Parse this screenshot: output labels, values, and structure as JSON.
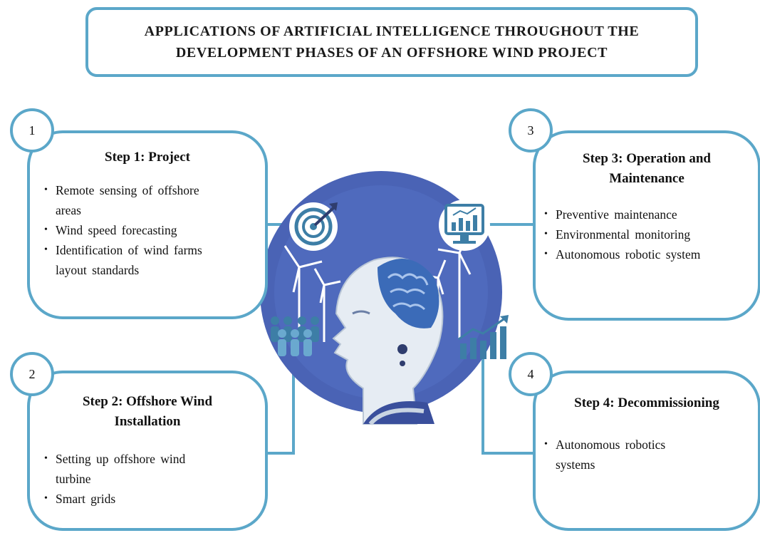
{
  "title": {
    "line1": "APPLICATIONS OF ARTIFICIAL INTELLIGENCE THROUGHOUT THE",
    "line2": "DEVELOPMENT PHASES OF AN OFFSHORE WIND PROJECT"
  },
  "steps": [
    {
      "number": "1",
      "title_lines": [
        "Step 1: Project"
      ],
      "items": [
        [
          "Remote sensing of offshore",
          "areas"
        ],
        [
          "Wind speed forecasting"
        ],
        [
          "Identification of wind farms",
          "layout standards"
        ]
      ]
    },
    {
      "number": "2",
      "title_lines": [
        "Step 2: Offshore Wind",
        "Installation"
      ],
      "items": [
        [
          "Setting up offshore wind",
          "turbine"
        ],
        [
          "Smart grids"
        ]
      ]
    },
    {
      "number": "3",
      "title_lines": [
        "Step 3: Operation and",
        "Maintenance"
      ],
      "items": [
        [
          "Preventive maintenance"
        ],
        [
          "Environmental monitoring"
        ],
        [
          "Autonomous robotic system"
        ]
      ]
    },
    {
      "number": "4",
      "title_lines": [
        "Step 4: Decommissioning"
      ],
      "items": [
        [
          "Autonomous robotics",
          "systems"
        ]
      ]
    }
  ],
  "colors": {
    "border": "#5ba7c9",
    "circle": "#4a63b5",
    "circle_dark": "#3a4f9c",
    "icon": "#3d7ea6"
  },
  "icons": [
    "target-icon",
    "monitor-chart-icon",
    "people-group-icon",
    "growth-chart-icon",
    "ai-robot-head-illustration",
    "wind-turbine-icon"
  ]
}
